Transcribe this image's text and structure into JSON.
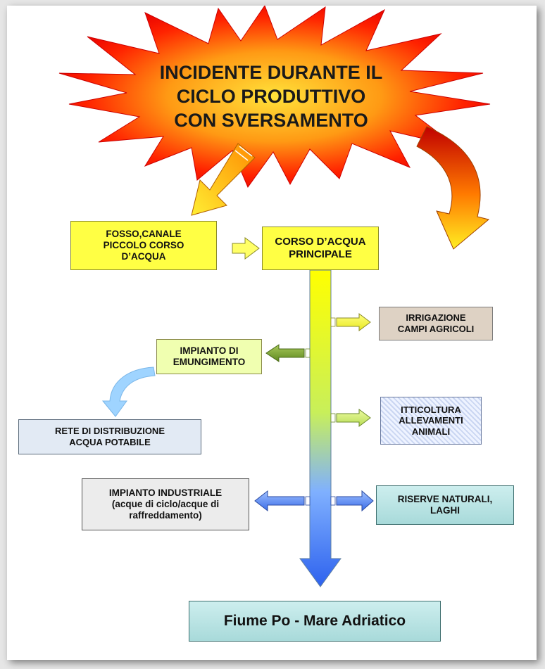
{
  "title": "INCIDENTE DURANTE IL\nCICLO PRODUTTIVO\nCON SVERSAMENTO",
  "nodes": {
    "fosso": "FOSSO,CANALE\nPICCOLO CORSO\nD’ACQUA",
    "corso": "CORSO D’ACQUA\nPRINCIPALE",
    "irrigazione": "IRRIGAZIONE\nCAMPI AGRICOLI",
    "emungimento": "IMPIANTO DI\nEMUNGIMENTO",
    "rete": "RETE DI DISTRIBUZIONE\nACQUA POTABILE",
    "itticoltura": "ITTICOLTURA\nALLEVAMENTI\nANIMALI",
    "industriale": "IMPIANTO INDUSTRIALE\n(acque di ciclo/acque di\nraffreddamento)",
    "riserve": "RISERVE NATURALI,\nLAGHI",
    "fiume": "Fiume Po - Mare Adriatico"
  },
  "colors": {
    "burst_outer": "#ff0000",
    "burst_inner": "#ffe23a",
    "box_yellow": "#ffff44",
    "trunk_top": "#ffff00",
    "trunk_bottom": "#3a6df0"
  }
}
